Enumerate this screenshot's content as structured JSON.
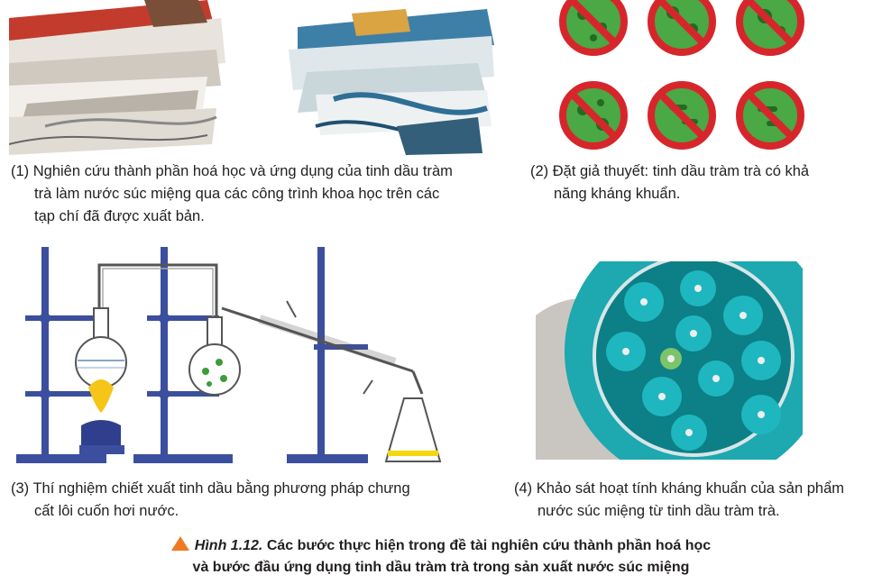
{
  "panels": [
    {
      "caption_lines": [
        "(1) Nghiên cứu thành phần hoá học và ứng dụng của tinh dầu tràm",
        "trà làm nước súc miệng qua các công trình khoa học trên các",
        "tạp chí đã được xuất bản."
      ]
    },
    {
      "caption_lines": [
        "(2) Đặt giả thuyết: tinh dầu tràm trà có khả",
        "năng kháng khuẩn."
      ]
    },
    {
      "caption_lines": [
        "(3) Thí nghiệm chiết xuất tinh dầu bằng phương pháp chưng",
        "cất lôi cuốn hơi nước."
      ]
    },
    {
      "caption_lines": [
        "(4) Khảo sát hoạt tính kháng khuẩn của sản phẩm",
        "nước súc miệng từ tinh dầu tràm trà."
      ]
    }
  ],
  "figure": {
    "label": "Hình 1.12.",
    "title_line1": "Các bước thực hiện trong đề tài nghiên cứu thành phần hoá học",
    "title_line2": "và bước đầu ứng dụng tinh dầu tràm trà trong sản xuất nước súc miệng"
  },
  "colors": {
    "accent_triangle": "#f07a22",
    "stand_blue": "#3b4f9e",
    "no_sign_red": "#d7262b",
    "bacteria_green": "#3d9b3a",
    "petri_teal": "#0e8a8f"
  }
}
